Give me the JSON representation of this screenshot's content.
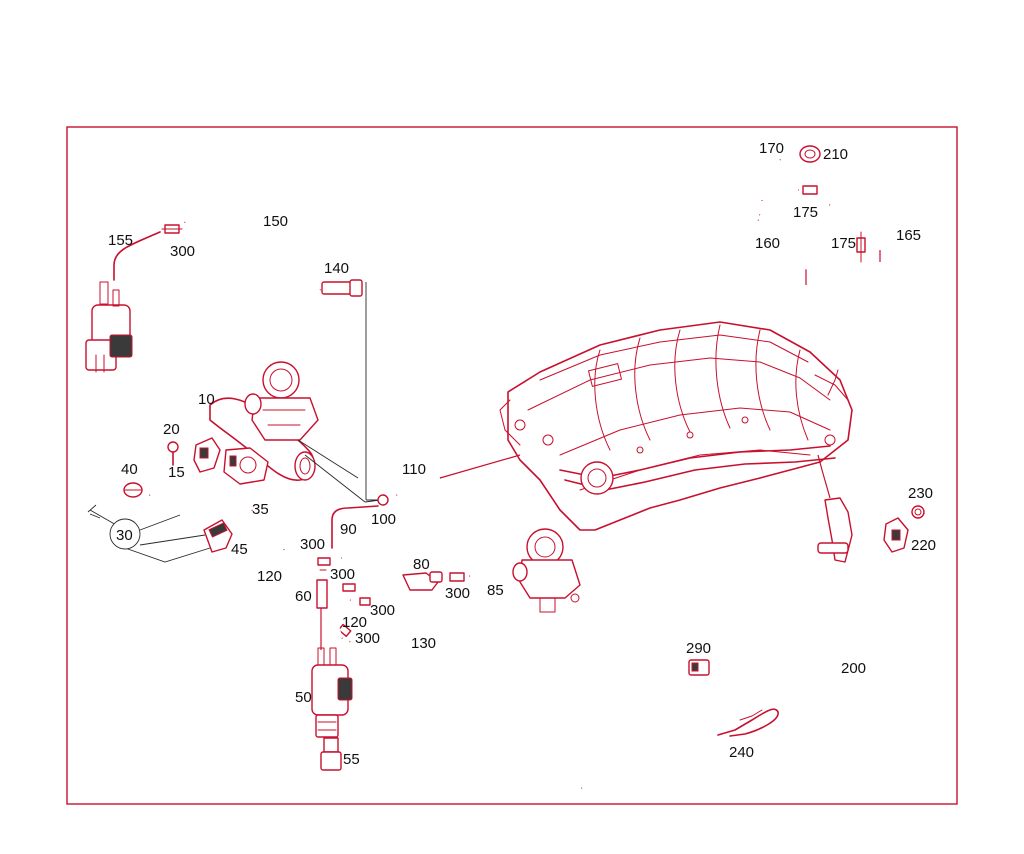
{
  "diagram": {
    "frame_color": "#c8102e",
    "part_color": "#c8102e",
    "label_color": "#111111",
    "callouts": [
      "10",
      "15",
      "20",
      "30",
      "35",
      "40",
      "45",
      "50",
      "55",
      "60",
      "80",
      "85",
      "90",
      "100",
      "110",
      "120",
      "120",
      "130",
      "140",
      "150",
      "155",
      "160",
      "165",
      "170",
      "175",
      "175",
      "200",
      "210",
      "220",
      "230",
      "240",
      "290",
      "300",
      "300",
      "300",
      "300",
      "300",
      "300"
    ]
  }
}
